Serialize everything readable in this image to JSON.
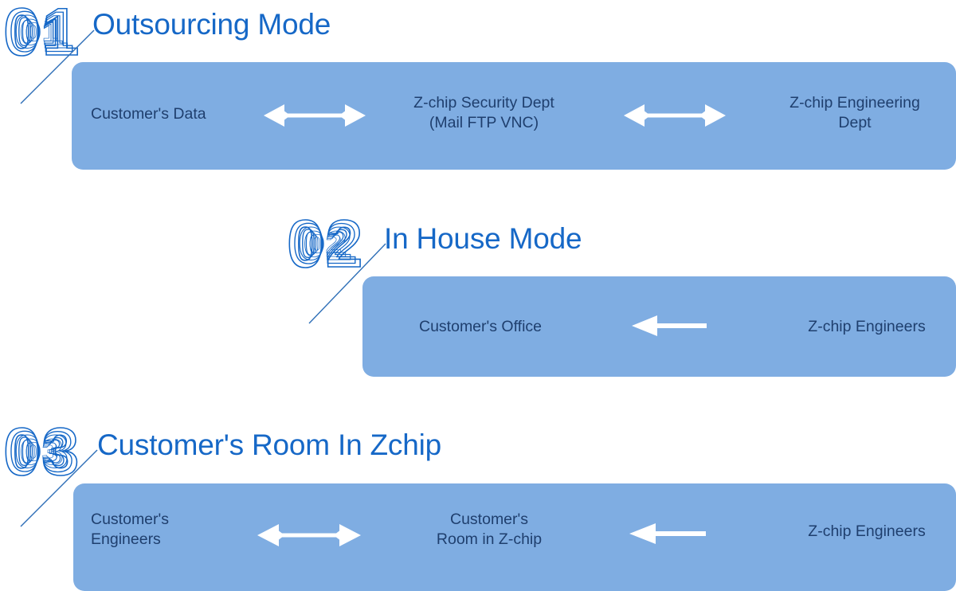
{
  "page": {
    "background": "#ffffff",
    "accent_blue": "#1668C7",
    "band_fill": "#7FADE2",
    "band_text_color": "#1F3F6E",
    "arrow_color": "#ffffff",
    "leader_color": "#2E6FB7"
  },
  "sections": [
    {
      "number": "01",
      "title": "Outsourcing Mode",
      "cells": [
        {
          "text": "Customer's Data",
          "align": "left"
        },
        {
          "text": "Z-chip Security Dept\n(Mail FTP VNC)",
          "align": "center"
        },
        {
          "text": "Z-chip Engineering\nDept",
          "align": "center"
        }
      ],
      "arrows": [
        {
          "direction": "both"
        },
        {
          "direction": "both"
        }
      ]
    },
    {
      "number": "02",
      "title": "In House Mode",
      "cells": [
        {
          "text": "Customer's Office",
          "align": "center"
        },
        {
          "text": "Z-chip Engineers",
          "align": "center"
        }
      ],
      "arrows": [
        {
          "direction": "left"
        }
      ]
    },
    {
      "number": "03",
      "title": "Customer's Room In Zchip",
      "cells": [
        {
          "text": "Customer's\nEngineers",
          "align": "left"
        },
        {
          "text": "Customer's\nRoom in Z-chip",
          "align": "center"
        },
        {
          "text": "Z-chip Engineers",
          "align": "center"
        }
      ],
      "arrows": [
        {
          "direction": "both"
        },
        {
          "direction": "left"
        }
      ]
    }
  ]
}
